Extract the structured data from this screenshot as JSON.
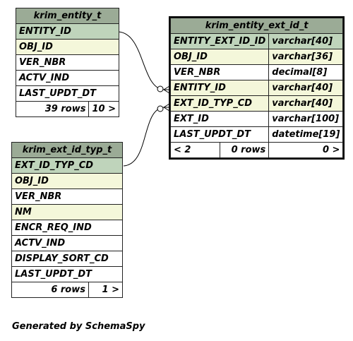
{
  "entity": {
    "title": "krim_entity_t",
    "columns": [
      "ENTITY_ID",
      "OBJ_ID",
      "VER_NBR",
      "ACTV_IND",
      "LAST_UPDT_DT"
    ],
    "rows_label": "39 rows",
    "children_label": "10 >"
  },
  "ext_id_typ": {
    "title": "krim_ext_id_typ_t",
    "columns": [
      "EXT_ID_TYP_CD",
      "OBJ_ID",
      "VER_NBR",
      "NM",
      "ENCR_REQ_IND",
      "ACTV_IND",
      "DISPLAY_SORT_CD",
      "LAST_UPDT_DT"
    ],
    "rows_label": "6 rows",
    "children_label": "1 >"
  },
  "entity_ext_id": {
    "title": "krim_entity_ext_id_t",
    "columns": [
      {
        "name": "ENTITY_EXT_ID_ID",
        "type": "varchar[40]"
      },
      {
        "name": "OBJ_ID",
        "type": "varchar[36]"
      },
      {
        "name": "VER_NBR",
        "type": "decimal[8]"
      },
      {
        "name": "ENTITY_ID",
        "type": "varchar[40]"
      },
      {
        "name": "EXT_ID_TYP_CD",
        "type": "varchar[40]"
      },
      {
        "name": "EXT_ID",
        "type": "varchar[100]"
      },
      {
        "name": "LAST_UPDT_DT",
        "type": "datetime[19]"
      }
    ],
    "parents_label": "< 2",
    "rows_label": "0 rows",
    "children_label": "0 >"
  },
  "footer": "Generated by SchemaSpy",
  "colors": {
    "title_bg": "#9bab96",
    "pk_bg": "#bfd4bb",
    "fk_bg": "#f4f7da",
    "normal_bg": "#ffffff"
  }
}
